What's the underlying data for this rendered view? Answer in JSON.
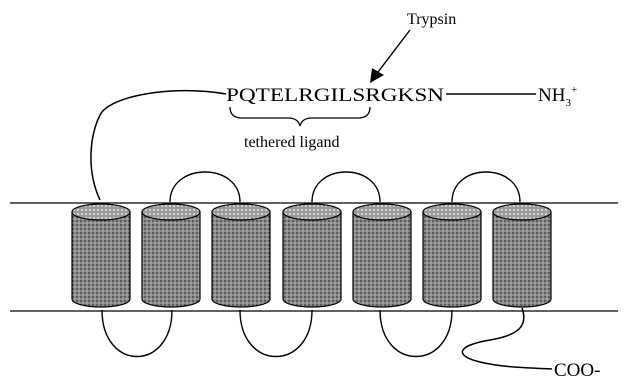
{
  "labels": {
    "enzyme": "Trypsin",
    "sequence": "PQTELRGILSRGKSN",
    "tethered_ligand": "tethered ligand",
    "n_terminus_main": "NH",
    "n_terminus_sub": "3",
    "n_terminus_sup": "+",
    "c_terminus": "COO-"
  },
  "diagram": {
    "transmembrane_helix_count": 7,
    "cylinder_fill": "#888888",
    "line_color": "#000000"
  }
}
